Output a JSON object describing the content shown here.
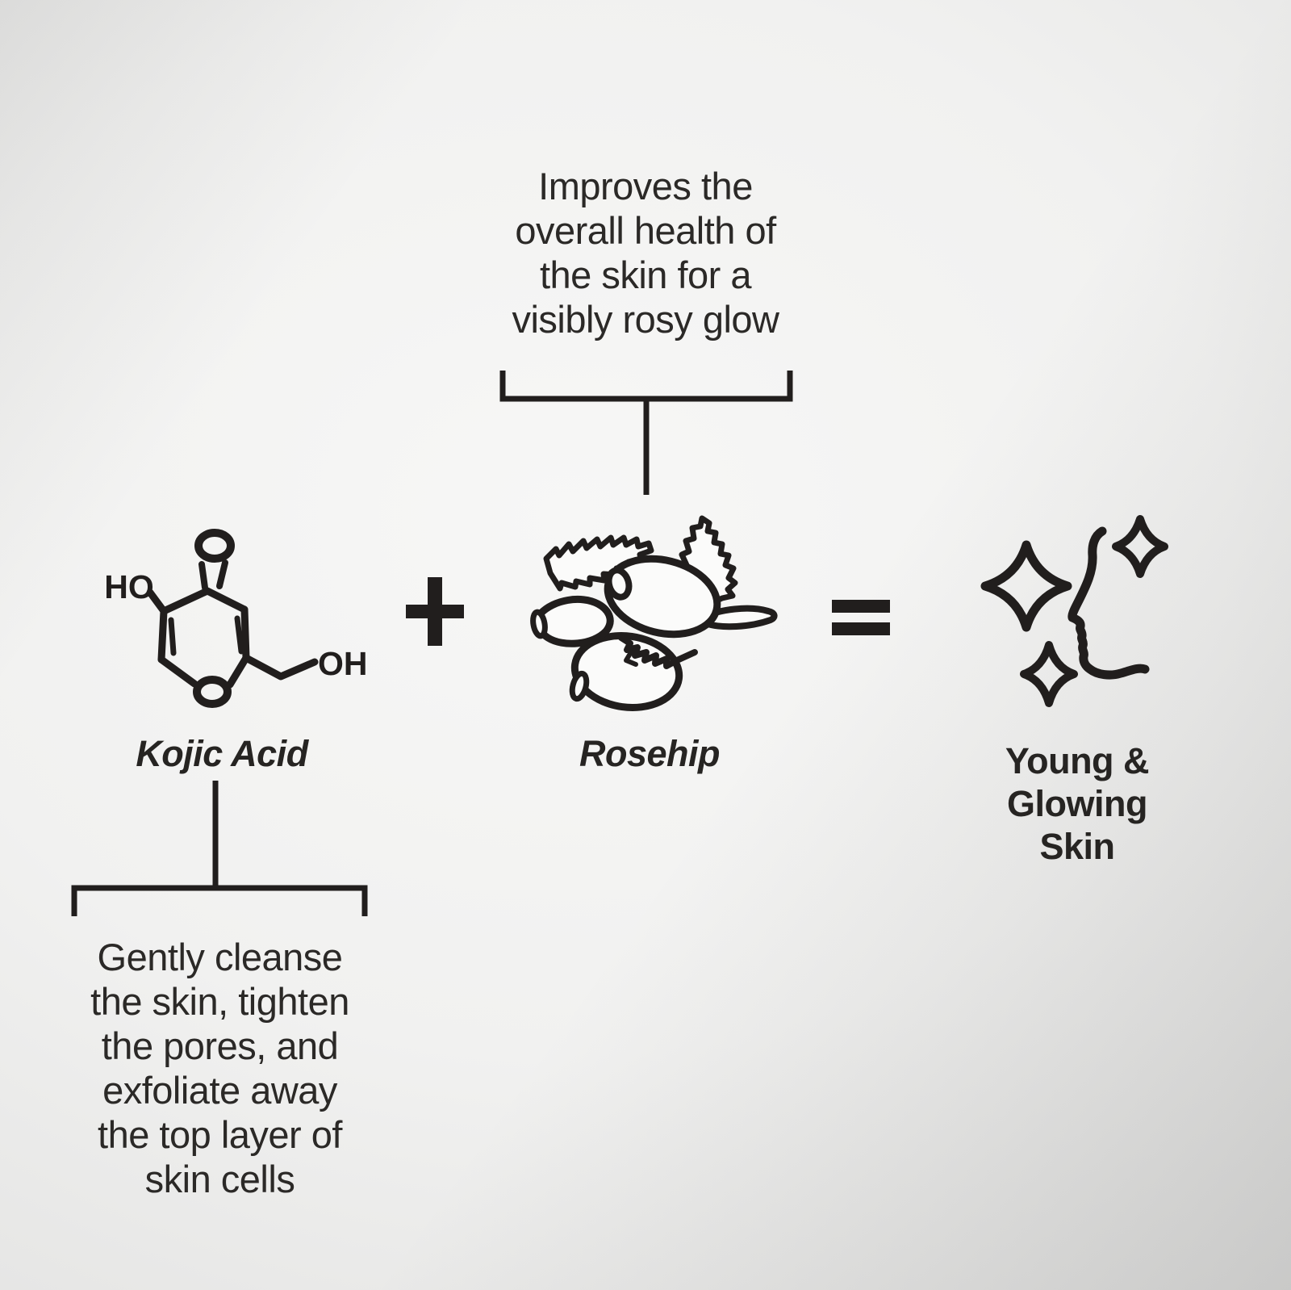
{
  "colors": {
    "ink": "#211e1d",
    "text": "#2b2927",
    "shape_fill": "#fbfbfa",
    "background_light": "#f7f7f6",
    "background_dark": "#d2d2d1"
  },
  "rosehip_note": {
    "lines": [
      "Improves the",
      "overall health of",
      "the skin for a",
      "visibly rosy glow"
    ]
  },
  "kojic_note": {
    "lines": [
      "Gently cleanse",
      "the skin, tighten",
      "the pores, and",
      "exfoliate away",
      "the top layer of",
      "skin cells"
    ]
  },
  "equation": {
    "plus_sign": "+",
    "equals_sign": "=",
    "kojic": {
      "label": "Kojic Acid",
      "icon": "kojic-acid-molecule-icon",
      "atoms": {
        "hydroxyl_left": "HO",
        "carbonyl_oxygen": "O",
        "ring_oxygen": "O",
        "hydroxyl_right": "OH"
      }
    },
    "rosehip": {
      "label": "Rosehip",
      "icon": "rosehip-fruit-icon"
    },
    "result": {
      "lines": [
        "Young &",
        "Glowing",
        "Skin"
      ],
      "icon": "glowing-face-icon"
    }
  }
}
